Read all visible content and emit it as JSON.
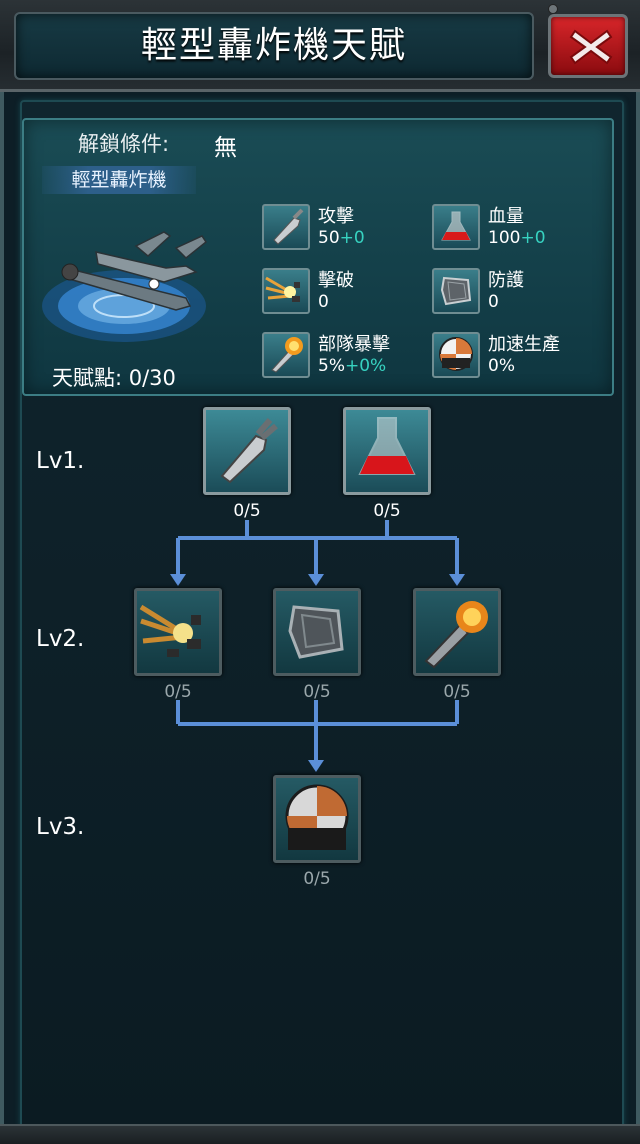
{
  "header": {
    "title": "輕型轟炸機天賦",
    "close_icon": "close-x-icon"
  },
  "info": {
    "unlock_label": "解鎖條件:",
    "unlock_value": "無",
    "unit_name": "輕型轟炸機",
    "talent_points": "天賦點: 0/30",
    "stats": [
      {
        "name": "攻擊",
        "value": "50",
        "bonus": "+0",
        "icon": "mortar-shell-icon"
      },
      {
        "name": "血量",
        "value": "100",
        "bonus": "+0",
        "icon": "red-flask-icon"
      },
      {
        "name": "擊破",
        "value": "0",
        "bonus": "",
        "icon": "explosion-icon"
      },
      {
        "name": "防護",
        "value": "0",
        "bonus": "",
        "icon": "armor-plate-icon"
      },
      {
        "name": "部隊暴擊",
        "value": "5%",
        "bonus": "+0%",
        "icon": "fire-rocket-icon"
      },
      {
        "name": "加速生產",
        "value": "0%",
        "bonus": "",
        "icon": "production-clock-icon"
      }
    ]
  },
  "tree": {
    "levels": [
      "Lv1.",
      "Lv2.",
      "Lv3."
    ],
    "nodes": [
      {
        "count": "0/5",
        "icon": "mortar-shell-icon"
      },
      {
        "count": "0/5",
        "icon": "red-flask-icon"
      },
      {
        "count": "0/5",
        "icon": "explosion-icon"
      },
      {
        "count": "0/5",
        "icon": "armor-plate-icon"
      },
      {
        "count": "0/5",
        "icon": "fire-rocket-icon"
      },
      {
        "count": "0/5",
        "icon": "production-clock-icon"
      }
    ]
  },
  "colors": {
    "accent": "#37d2c0",
    "close": "#c8191e",
    "connector": "#5b8fd8"
  }
}
